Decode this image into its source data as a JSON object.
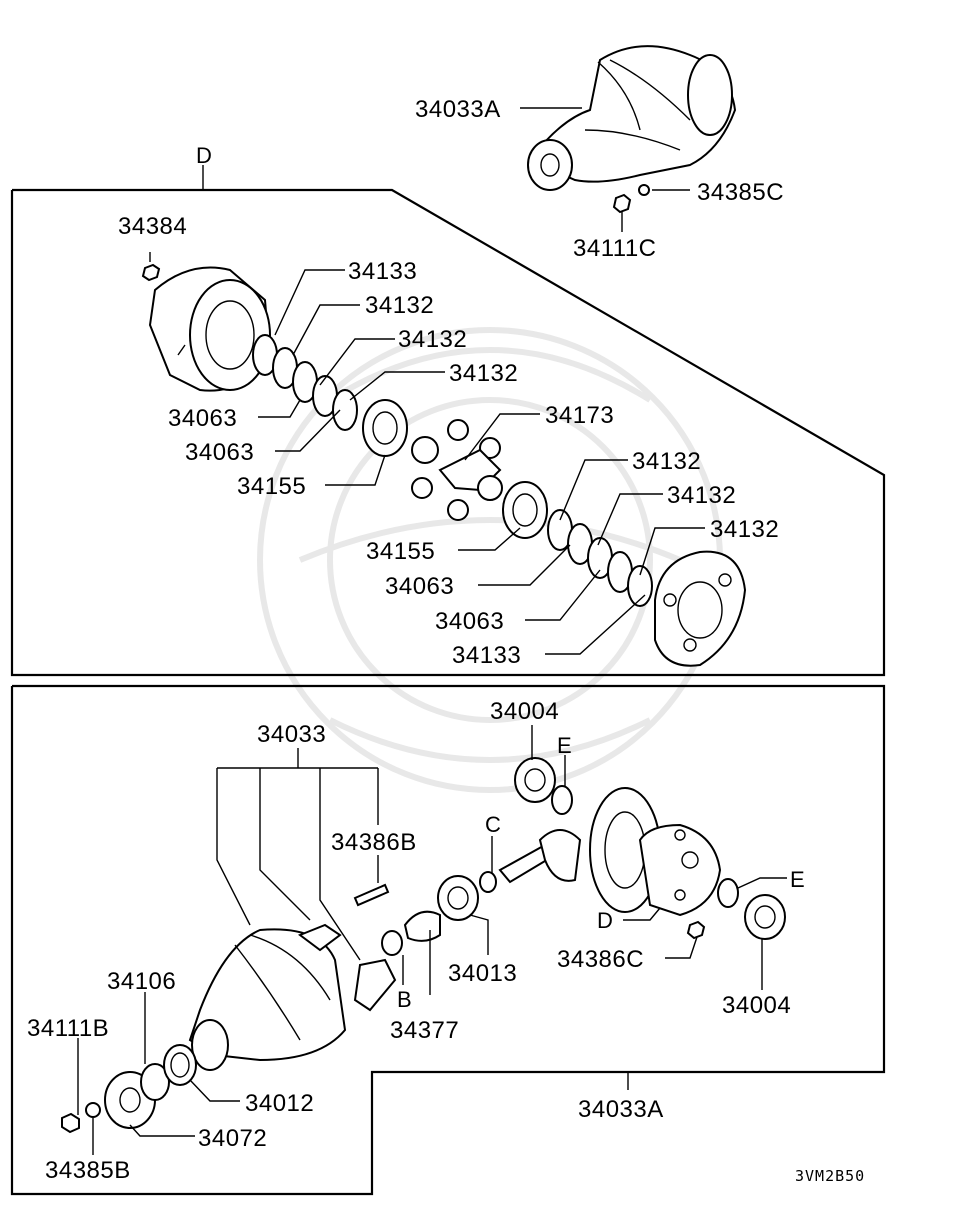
{
  "diagram_code": "3VM2B50",
  "group_labels": {
    "top_housing": "34033A",
    "bottom_frame": "34033A",
    "section_d": "D",
    "bottom_housing_group": "34033"
  },
  "parts": {
    "p_34385C": "34385C",
    "p_34111C": "34111C",
    "p_34384": "34384",
    "p_34133_a": "34133",
    "p_34132_a": "34132",
    "p_34132_b": "34132",
    "p_34132_c": "34132",
    "p_34063_a": "34063",
    "p_34063_b": "34063",
    "p_34155_a": "34155",
    "p_34173": "34173",
    "p_34132_d": "34132",
    "p_34132_e": "34132",
    "p_34132_f": "34132",
    "p_34155_b": "34155",
    "p_34063_c": "34063",
    "p_34063_d": "34063",
    "p_34133_b": "34133",
    "p_34004_a": "34004",
    "p_E_a": "E",
    "p_C": "C",
    "p_34386B": "34386B",
    "p_34013": "34013",
    "p_B": "B",
    "p_34377": "34377",
    "p_D": "D",
    "p_34386C": "34386C",
    "p_E_b": "E",
    "p_34004_b": "34004",
    "p_34106": "34106",
    "p_34111B": "34111B",
    "p_34012": "34012",
    "p_34072": "34072",
    "p_34385B": "34385B"
  }
}
